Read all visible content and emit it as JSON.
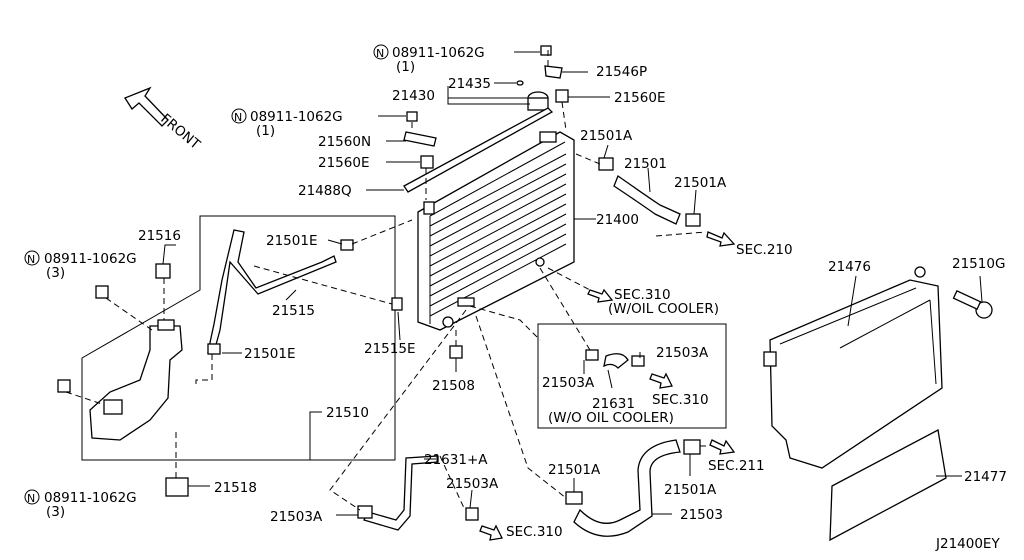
{
  "diagram": {
    "orientation_label": "FRONT",
    "diagram_code": "J21400EY",
    "labels": {
      "nut_top_part": "08911-1062G",
      "nut_top_qty": "(1)",
      "nut_mid_part": "08911-1062G",
      "nut_mid_qty": "(1)",
      "nut_left_part": "08911-1062G",
      "nut_left_qty": "(3)",
      "nut_bottom_part": "08911-1062G",
      "nut_bottom_qty": "(3)",
      "nut_symbol": "N",
      "p21546P": "21546P",
      "p21435": "21435",
      "p21430": "21430",
      "p21560E_top": "21560E",
      "p21560N": "21560N",
      "p21560E_mid": "21560E",
      "p21488Q": "21488Q",
      "p21501A_top": "21501A",
      "p21501": "21501",
      "p21501A_right": "21501A",
      "p21400": "21400",
      "sec210": "SEC.210",
      "p21516": "21516",
      "p21501E_top": "21501E",
      "p21515": "21515",
      "p21515E": "21515E",
      "p21501E_bottom": "21501E",
      "p21508": "21508",
      "p21510": "21510",
      "sec310_oil": "SEC.310",
      "with_oil_cooler": "(W/OIL COOLER)",
      "p21503A_box_right": "21503A",
      "p21503A_box_left": "21503A",
      "sec310_box": "SEC.310",
      "p21631": "21631",
      "without_oil_cooler": "(W/O OIL COOLER)",
      "p21476": "21476",
      "p21510G": "21510G",
      "p21477": "21477",
      "p21518": "21518",
      "p21631A": "21631+A",
      "p21503A_mid": "21503A",
      "p21503A_left": "21503A",
      "sec310_bottom": "SEC.310",
      "p21501A_bottom_left": "21501A",
      "p21501A_bottom_right": "21501A",
      "sec211": "SEC.211",
      "p21503": "21503"
    }
  }
}
